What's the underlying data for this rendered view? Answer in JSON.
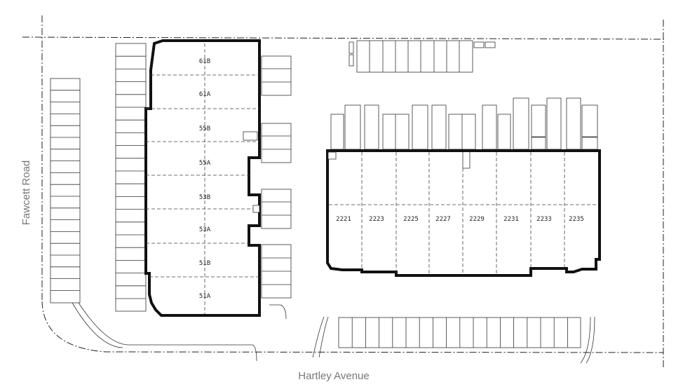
{
  "streets": {
    "west": "Fawcett Road",
    "south": "Hartley Avenue"
  },
  "building_west": {
    "units": [
      "61B",
      "61A",
      "55B",
      "55A",
      "53B",
      "53A",
      "51B",
      "51A"
    ]
  },
  "building_east": {
    "units": [
      "2221",
      "2223",
      "2225",
      "2227",
      "2229",
      "2231",
      "2233",
      "2235"
    ]
  }
}
